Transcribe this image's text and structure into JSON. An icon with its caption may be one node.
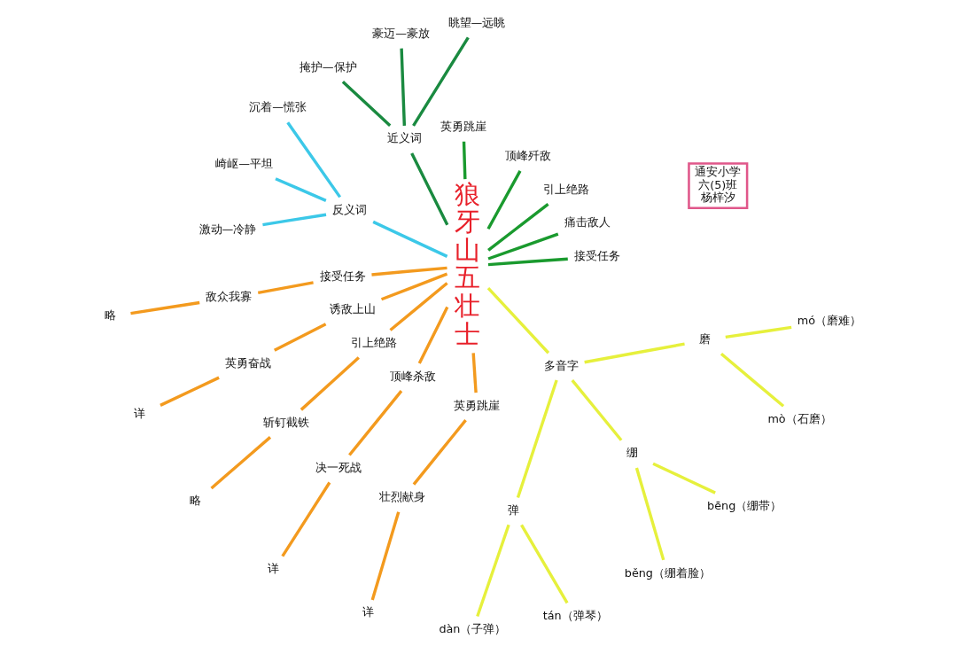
{
  "diagram": {
    "nodes": [
      {
        "text": [
          "狼牙山五壮士"
        ]
      },
      {
        "text": [
          "接受任务"
        ]
      },
      {
        "text": [
          "痛击敌人"
        ]
      },
      {
        "text": [
          "引上绝路"
        ]
      },
      {
        "text": [
          "顶峰歼敌"
        ]
      },
      {
        "text": [
          "英勇跳崖"
        ]
      },
      {
        "text": [
          "近义词"
        ]
      },
      {
        "text": [
          "眺望—远眺"
        ]
      },
      {
        "text": [
          "豪迈—豪放"
        ]
      },
      {
        "text": [
          "掩护—保护"
        ]
      },
      {
        "text": [
          "反义词"
        ]
      },
      {
        "text": [
          "沉着—慌张"
        ]
      },
      {
        "text": [
          "崎岖—平坦"
        ]
      },
      {
        "text": [
          "激动—冷静"
        ]
      },
      {
        "text": [
          "接受任务"
        ]
      },
      {
        "text": [
          "诱敌上山"
        ]
      },
      {
        "text": [
          "引上绝路"
        ]
      },
      {
        "text": [
          "顶峰杀敌"
        ]
      },
      {
        "text": [
          "英勇跳崖"
        ]
      },
      {
        "text": [
          "敌众我寡"
        ]
      },
      {
        "text": [
          "英勇奋战"
        ]
      },
      {
        "text": [
          "斩钉截铁"
        ]
      },
      {
        "text": [
          "决一死战"
        ]
      },
      {
        "text": [
          "壮烈献身"
        ]
      },
      {
        "text": [
          "略"
        ]
      },
      {
        "text": [
          "详"
        ]
      },
      {
        "text": [
          "略"
        ]
      },
      {
        "text": [
          "详"
        ]
      },
      {
        "text": [
          "详"
        ]
      },
      {
        "text": [
          "多音字"
        ]
      },
      {
        "text": [
          "弹"
        ]
      },
      {
        "text": [
          "dàn（子弹）"
        ]
      },
      {
        "text": [
          "tán（弹琴）"
        ]
      },
      {
        "text": [
          "绷"
        ]
      },
      {
        "text": [
          "běng（绷着脸）"
        ]
      },
      {
        "text": [
          "bēng（绷带）"
        ]
      },
      {
        "text": [
          "磨"
        ]
      },
      {
        "text": [
          "mò（石磨）"
        ]
      },
      {
        "text": [
          "mó（磨难）"
        ]
      },
      {
        "text": [
          "通安小学",
          "六(5)班",
          "杨梓汐"
        ]
      }
    ],
    "edges": [
      {
        "from": 0,
        "to": 1,
        "arrow": "none",
        "color": "#1a9a2e"
      },
      {
        "from": 0,
        "to": 2,
        "arrow": "none",
        "color": "#1a9a2e"
      },
      {
        "from": 0,
        "to": 3,
        "arrow": "none",
        "color": "#1a9a2e"
      },
      {
        "from": 0,
        "to": 4,
        "arrow": "none",
        "color": "#1a9a2e"
      },
      {
        "from": 0,
        "to": 5,
        "arrow": "none",
        "color": "#1a9a2e"
      },
      {
        "from": 0,
        "to": 6,
        "arrow": "none",
        "color": "#1a8a40"
      },
      {
        "from": 6,
        "to": 7,
        "arrow": "none",
        "color": "#1a8a40"
      },
      {
        "from": 6,
        "to": 8,
        "arrow": "none",
        "color": "#1a8a40"
      },
      {
        "from": 6,
        "to": 9,
        "arrow": "none",
        "color": "#1a8a40"
      },
      {
        "from": 0,
        "to": 10,
        "arrow": "none",
        "color": "#3cc8e8"
      },
      {
        "from": 10,
        "to": 11,
        "arrow": "none",
        "color": "#3cc8e8"
      },
      {
        "from": 10,
        "to": 12,
        "arrow": "none",
        "color": "#3cc8e8"
      },
      {
        "from": 10,
        "to": 13,
        "arrow": "none",
        "color": "#3cc8e8"
      },
      {
        "from": 0,
        "to": 14,
        "arrow": "none"
      },
      {
        "from": 0,
        "to": 15,
        "arrow": "none"
      },
      {
        "from": 0,
        "to": 16,
        "arrow": "none"
      },
      {
        "from": 0,
        "to": 17,
        "arrow": "none"
      },
      {
        "from": 0,
        "to": 18,
        "arrow": "none"
      },
      {
        "from": 14,
        "to": 19,
        "arrow": "none"
      },
      {
        "from": 15,
        "to": 20,
        "arrow": "none"
      },
      {
        "from": 16,
        "to": 21,
        "arrow": "none"
      },
      {
        "from": 17,
        "to": 22,
        "arrow": "none"
      },
      {
        "from": 18,
        "to": 23,
        "arrow": "none"
      },
      {
        "from": 19,
        "to": 24,
        "arrow": "none"
      },
      {
        "from": 20,
        "to": 25,
        "arrow": "none"
      },
      {
        "from": 21,
        "to": 26,
        "arrow": "none"
      },
      {
        "from": 22,
        "to": 27,
        "arrow": "none"
      },
      {
        "from": 23,
        "to": 28,
        "arrow": "none"
      },
      {
        "from": 0,
        "to": 29,
        "arrow": "none",
        "color": "#e6f03c"
      },
      {
        "from": 29,
        "to": 30,
        "arrow": "none",
        "color": "#e6f03c"
      },
      {
        "from": 30,
        "to": 31,
        "arrow": "none",
        "color": "#e6f03c"
      },
      {
        "from": 30,
        "to": 32,
        "arrow": "none",
        "color": "#e6f03c"
      },
      {
        "from": 29,
        "to": 33,
        "arrow": "none",
        "color": "#e6f03c"
      },
      {
        "from": 33,
        "to": 34,
        "arrow": "none",
        "color": "#e6f03c"
      },
      {
        "from": 33,
        "to": 35,
        "arrow": "none",
        "color": "#e6f03c"
      },
      {
        "from": 29,
        "to": 36,
        "arrow": "none",
        "color": "#e6f03c"
      },
      {
        "from": 36,
        "to": 37,
        "arrow": "none",
        "color": "#e6f03c"
      },
      {
        "from": 36,
        "to": 38,
        "arrow": "none",
        "color": "#e6f03c"
      }
    ]
  }
}
